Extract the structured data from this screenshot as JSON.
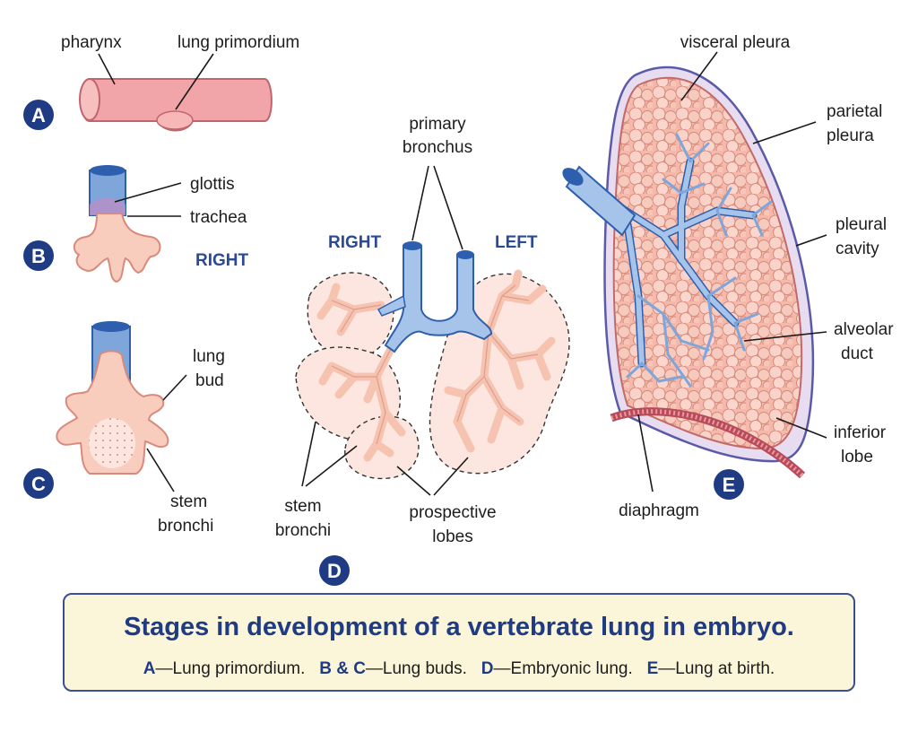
{
  "colors": {
    "badge": "#1f3b84",
    "tissue": "#f7c7ba",
    "tissue_outline": "#d98a7c",
    "airway": "#9ebfe6",
    "airway_dark": "#2d5fae",
    "caption_bg": "#fbf6d9",
    "caption_text": "#1f3b84"
  },
  "panels": {
    "a": {
      "badge": "A",
      "labels": {
        "pharynx": "pharynx",
        "lung_primordium": "lung primordium"
      }
    },
    "b": {
      "badge": "B",
      "labels": {
        "glottis": "glottis",
        "trachea": "trachea",
        "right": "RIGHT"
      }
    },
    "c": {
      "badge": "C",
      "labels": {
        "lung_bud_1": "lung",
        "lung_bud_2": "bud",
        "stem_bronchi_1": "stem",
        "stem_bronchi_2": "bronchi"
      }
    },
    "d": {
      "badge": "D",
      "labels": {
        "primary_bronchus_1": "primary",
        "primary_bronchus_2": "bronchus",
        "right": "RIGHT",
        "left": "LEFT",
        "stem_bronchi_1": "stem",
        "stem_bronchi_2": "bronchi",
        "prospective_lobes_1": "prospective",
        "prospective_lobes_2": "lobes"
      }
    },
    "e": {
      "badge": "E",
      "labels": {
        "visceral_pleura": "visceral pleura",
        "parietal_pleura_1": "parietal",
        "parietal_pleura_2": "pleura",
        "pleural_cavity_1": "pleural",
        "pleural_cavity_2": "cavity",
        "alveolar_duct_1": "alveolar",
        "alveolar_duct_2": "duct",
        "inferior_lobe_1": "inferior",
        "inferior_lobe_2": "lobe",
        "diaphragm": "diaphragm"
      }
    }
  },
  "caption": {
    "title": "Stages in development of a vertebrate lung in embryo.",
    "legend": [
      {
        "key": "A",
        "text": "—Lung primordium."
      },
      {
        "key": "B & C",
        "text": "—Lung buds."
      },
      {
        "key": "D",
        "text": "—Embryonic lung."
      },
      {
        "key": "E",
        "text": "—Lung at birth."
      }
    ]
  }
}
